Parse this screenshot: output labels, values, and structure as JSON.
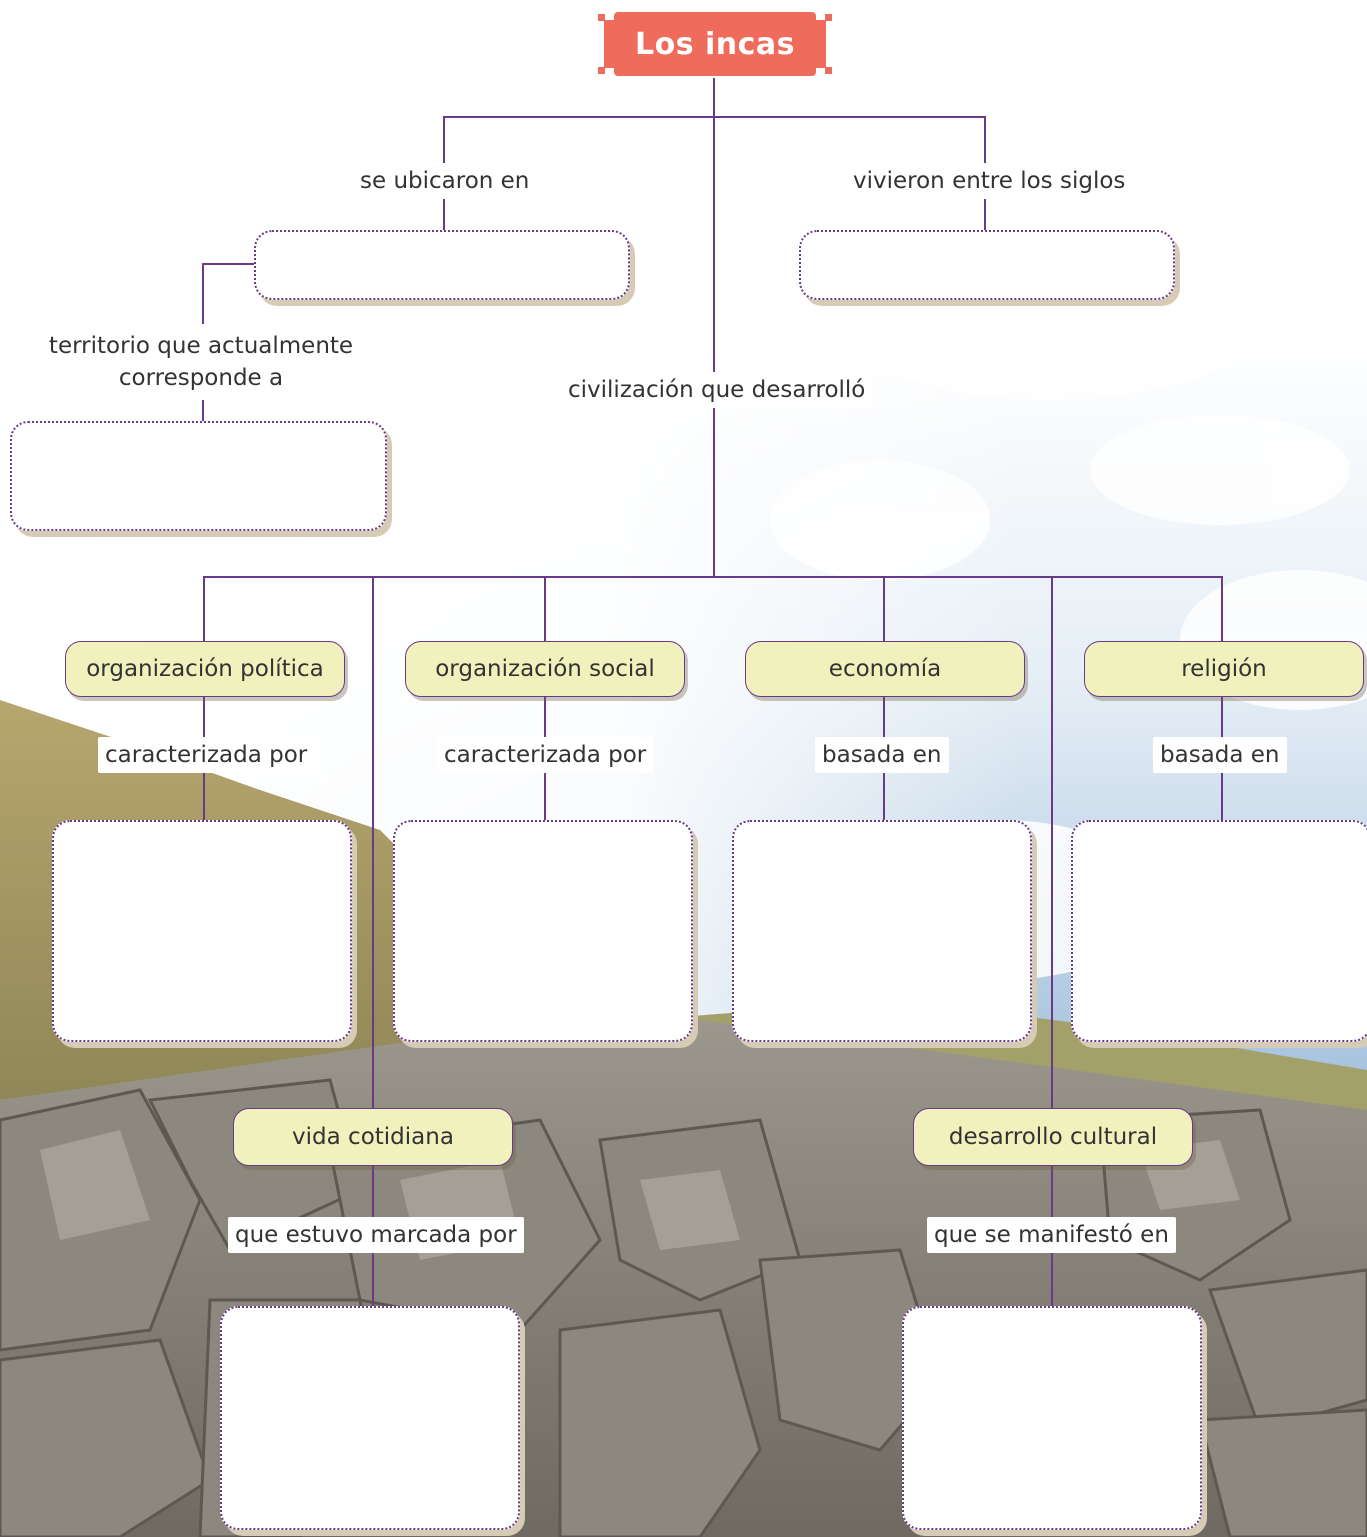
{
  "title": "Los incas",
  "connectors": {
    "located": "se ubicaron en",
    "lived": "vivieron entre los siglos",
    "territory": "territorio que actualmente corresponde a",
    "developed": "civilización que desarrolló",
    "political": "caracterizada por",
    "social": "caracterizada por",
    "economy": "basada en",
    "religion": "basada en",
    "daily": "que estuvo marcada por",
    "cultural": "que se manifestó en"
  },
  "nodes": {
    "political": "organización política",
    "social": "organización social",
    "economy": "economía",
    "religion": "religión",
    "daily": "vida cotidiana",
    "cultural": "desarrollo cultural"
  },
  "colors": {
    "title_bg": "#ef6b5c",
    "node_bg": "#f1f1bd",
    "line": "#6a3a8a"
  }
}
